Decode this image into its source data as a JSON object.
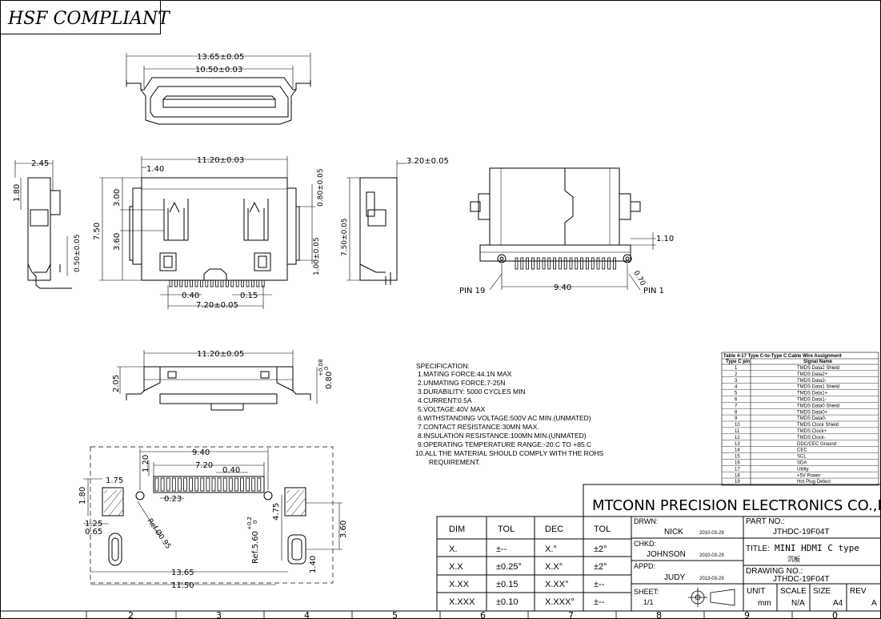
{
  "stamp": "HSF COMPLIANT",
  "dims": {
    "d1": "13.65±0.05",
    "d2": "10.50±0.03",
    "d3": "11.20±0.03",
    "d4": "1.40",
    "d5": "3.20±0.05",
    "d6": "2.45",
    "d7": "1.80",
    "d8": "0.50±0.05",
    "d9": "7.50",
    "d10": "3.00",
    "d11": "3.60",
    "d12": "0.80±0.05",
    "d13": "1.00±0.05",
    "d14": "0.40",
    "d15": "0.15",
    "d16": "7.20±0.05",
    "d17": "7.50±0.05",
    "d18": "1.10",
    "d19": "9.40",
    "d20": "0.70",
    "d21": "11.20±0.05",
    "d22": "2.05",
    "d23": "0.80",
    "d23tol": "+0.08",
    "d23tol2": "0",
    "d24": "9.40",
    "d25": "7.20",
    "d26": "0.40",
    "d27": "1.20",
    "d28": "0.23",
    "d29": "1.75",
    "d30": "1.80",
    "d31": "1.25",
    "d32": "0.65",
    "d33": "Ref.Ø0.95",
    "d34": "4.75",
    "d35": "3.60",
    "d36": "Ref.5.60",
    "d36tol": "+0.2",
    "d36tol2": "0",
    "d37": "1.40",
    "d38": "13.65",
    "d39": "11.50"
  },
  "pins": {
    "pin19": "PIN 19",
    "pin1": "PIN 1"
  },
  "spec": {
    "heading": "SPECIFICATION:",
    "items": [
      "1.MATING FORCE:44.1N MAX",
      "2.UNMATING FORCE:7-25N",
      "3.DURABILITY: 5000 CYCLES MIN",
      "4.CURRENT:0.5A",
      "5.VOLTAGE:40V MAX",
      "6.WITHSTANDING VOLTAGE:500V AC MIN.(UNMATED)",
      "7.CONTACT RESISTANCE:30MN MAX.",
      "8.INSULATION RESISTANCE:100MN MIN.(UNMATED)",
      "9.OPERATING TEMPERATURE RANGE:-20.C TO +85.C",
      "10.ALL THE MATERIAL SHOULD COMPLY WITH THE ROHS",
      "REQUIREMENT."
    ]
  },
  "pin_table": {
    "caption": "Table 4-17 Type C-to-Type C Cable Wire Assignment",
    "col1": "Type C pin",
    "col2": "Signal Name",
    "rows": [
      [
        "1",
        "TMDS Data2 Shield"
      ],
      [
        "2",
        "TMDS Data2+"
      ],
      [
        "3",
        "TMDS Data2-"
      ],
      [
        "4",
        "TMDS Data1 Shield"
      ],
      [
        "5",
        "TMDS Data1+"
      ],
      [
        "6",
        "TMDS Data1-"
      ],
      [
        "7",
        "TMDS Data0 Shield"
      ],
      [
        "8",
        "TMDS Data0+"
      ],
      [
        "9",
        "TMDS Data0-"
      ],
      [
        "10",
        "TMDS Clock Shield"
      ],
      [
        "11",
        "TMDS Clock+"
      ],
      [
        "12",
        "TMDS Clock-"
      ],
      [
        "13",
        "DDC/CEC Ground"
      ],
      [
        "14",
        "CEC"
      ],
      [
        "15",
        "SCL"
      ],
      [
        "16",
        "SDA"
      ],
      [
        "17",
        "Utility"
      ],
      [
        "18",
        "+5V Power"
      ],
      [
        "19",
        "Hot Plug Detect"
      ]
    ]
  },
  "company": "MTCONN PRECISION ELECTRONICS CO.,LTD",
  "tol_table": {
    "headers": [
      "DIM",
      "TOL",
      "DEC",
      "TOL"
    ],
    "rows": [
      [
        "X.",
        "±--",
        "X.°",
        "±2°"
      ],
      [
        "X.X",
        "±0.25°",
        "X.X°",
        "±2°"
      ],
      [
        "X.XX",
        "±0.15",
        "X.XX°",
        "±--"
      ],
      [
        "X.XXX",
        "±0.10",
        "X.XXX°",
        "±--"
      ]
    ]
  },
  "title_block": {
    "drwn_label": "DRWN:",
    "drwn": "NICK",
    "drwn_date": "2010-03-29",
    "chkd_label": "CHKD:",
    "chkd": "JOHNSON",
    "chkd_date": "2010-03-29",
    "appd_label": "APPD:",
    "appd": "JUDY",
    "appd_date": "2013-03-29",
    "sheet_label": "SHEET:",
    "sheet": "1/1",
    "partno_label": "PART NO.:",
    "partno": "JTHDC-19F04T",
    "title_label": "TITLE:",
    "title": "MINI HDMI C type",
    "title_sub": "沉板",
    "drawno_label": "DRAWING NO.:",
    "drawno": "JTHDC-19F04T",
    "unit_label": "UNIT",
    "unit": "mm",
    "scale_label": "SCALE",
    "scale": "N/A",
    "size_label": "SIZE",
    "size": "A4",
    "rev_label": "REV",
    "rev": "A"
  },
  "zones": [
    "2",
    "3",
    "4",
    "5",
    "6",
    "7",
    "8",
    "9",
    "0"
  ]
}
